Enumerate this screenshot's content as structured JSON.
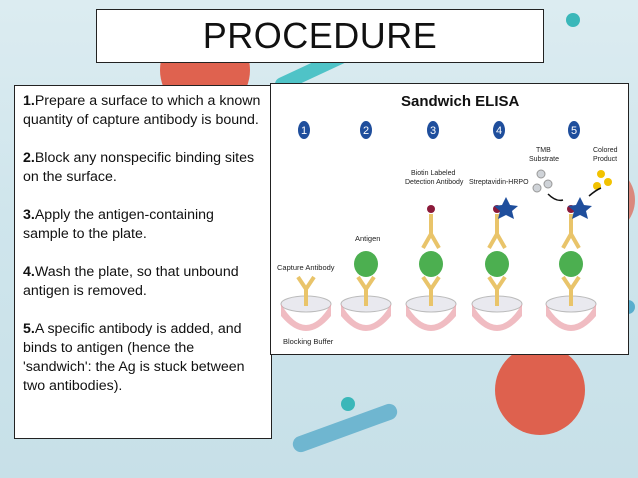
{
  "title": "PROCEDURE",
  "steps": [
    {
      "num": "1.",
      "text": "Prepare a surface to which a known quantity of capture antibody is bound."
    },
    {
      "num": "2.",
      "text": "Block any nonspecific binding sites on the surface."
    },
    {
      "num": "3.",
      "text": "Apply the antigen-containing sample to the plate."
    },
    {
      "num": "4.",
      "text": "Wash the plate, so that unbound antigen is removed."
    },
    {
      "num": "5.",
      "text": "A specific antibody is added, and binds to antigen (hence the 'sandwich': the Ag is stuck between two antibodies)."
    }
  ],
  "diagram": {
    "heading": "Sandwich ELISA",
    "step_numbers": [
      "1",
      "2",
      "3",
      "4",
      "5"
    ],
    "labels": {
      "capture_antibody": "Capture Antibody",
      "blocking_buffer": "Blocking Buffer",
      "antigen": "Antigen",
      "biotin_line1": "Biotin Labeled",
      "biotin_line2": "Detection Antibody",
      "streptavidin": "Streptavidin-HRPO",
      "tmb_line1": "TMB",
      "tmb_line2": "Substrate",
      "colored_line1": "Colored",
      "colored_line2": "Product"
    }
  },
  "colors": {
    "step_blue": "#1f4e9c",
    "antibody_yellow": "#e9c46a",
    "antigen_green": "#4caf50",
    "virus_red": "#e0533d",
    "background_blue": "#d4e8ee"
  }
}
